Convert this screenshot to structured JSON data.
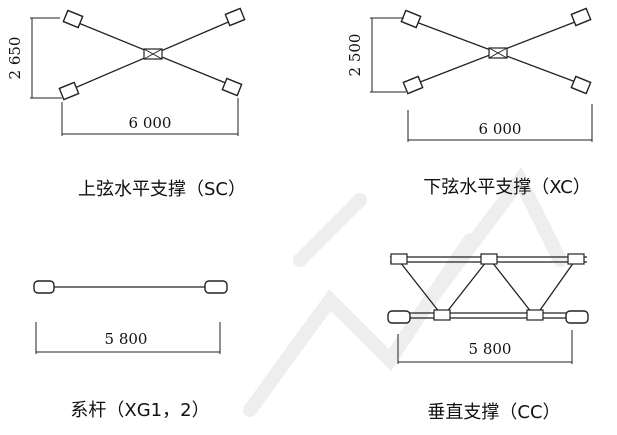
{
  "panels": {
    "sc": {
      "caption": "上弦水平支撑（SC）",
      "width_dim": "6 000",
      "height_dim": "2 650"
    },
    "xc": {
      "caption": "下弦水平支撑（XC）",
      "width_dim": "6 000",
      "height_dim": "2 500"
    },
    "xg": {
      "caption": "系杆（XG1，2）",
      "width_dim": "5 800"
    },
    "cc": {
      "caption": "垂直支撑（CC）",
      "width_dim": "5 800"
    }
  }
}
